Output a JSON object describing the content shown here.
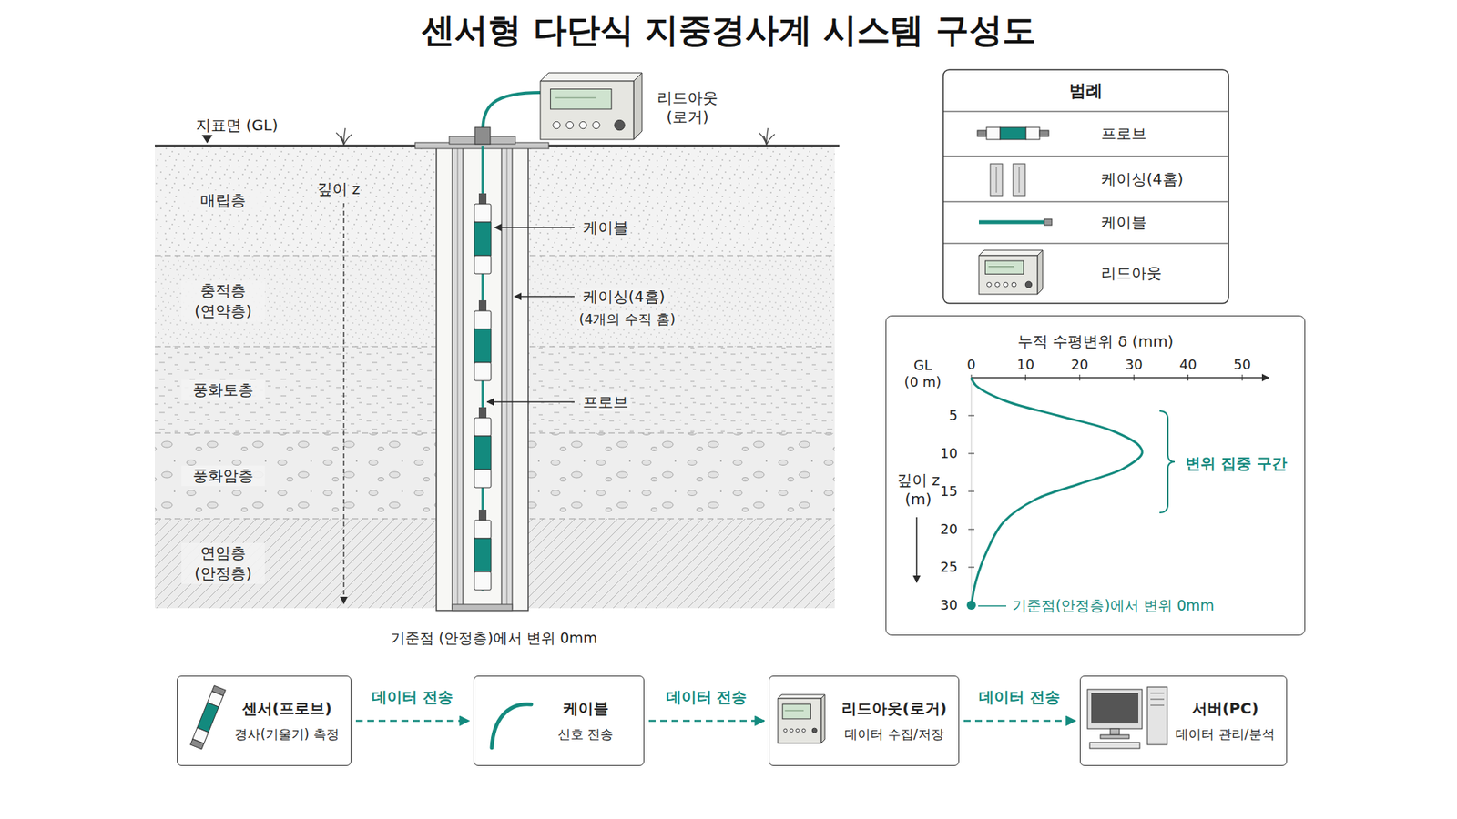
{
  "diagram": {
    "title": "센서형 다단식 지중경사계 시스템 구성도",
    "nodes": [
      {
        "text": [
          "매립층"
        ]
      },
      {
        "text": [
          "충적층 (연약층)"
        ]
      },
      {
        "text": [
          "풍화토층"
        ]
      },
      {
        "text": [
          "풍화암층"
        ]
      },
      {
        "text": [
          "연암층 (안정층)"
        ]
      },
      {
        "text": [
          "누적 수평변위 δ (mm)"
        ]
      },
      {
        "text": [
          "센서(프로브)",
          "경사(기울기) 측정"
        ]
      },
      {
        "text": [
          "케이블",
          "신호 전송"
        ]
      },
      {
        "text": [
          "리드아웃(로거)",
          "데이터 수집/저장"
        ]
      },
      {
        "text": [
          "서버(PC)",
          "데이터 관리/분석"
        ]
      }
    ],
    "edges": [
      {
        "from": 6,
        "to": 7,
        "label": "데이터 전송",
        "arrow": "to"
      },
      {
        "from": 7,
        "to": 8,
        "label": "데이터 전송",
        "arrow": "to"
      },
      {
        "from": 8,
        "to": 9,
        "label": "데이터 전송",
        "arrow": "to"
      }
    ],
    "labels": [
      "지표면 (GL)",
      "리드아웃 (로거)",
      "깊이 z",
      "케이블",
      "케이싱(4홈)",
      "(4개의 수직 홈)",
      "프로브",
      "기준점 (안정층)에서 변위 0mm",
      "범례",
      "GL",
      "(0 m)",
      "0",
      "10",
      "20",
      "30",
      "40",
      "50",
      "5",
      "10",
      "15",
      "20",
      "25",
      "30",
      "깊이 z (m)",
      "변위 집중 구간",
      "기준점(안정층)에서 변위 0mm"
    ],
    "legend": [
      {
        "text": "프로브"
      },
      {
        "text": "케이싱(4홈)"
      },
      {
        "text": "케이블"
      },
      {
        "text": "리드아웃"
      }
    ]
  }
}
